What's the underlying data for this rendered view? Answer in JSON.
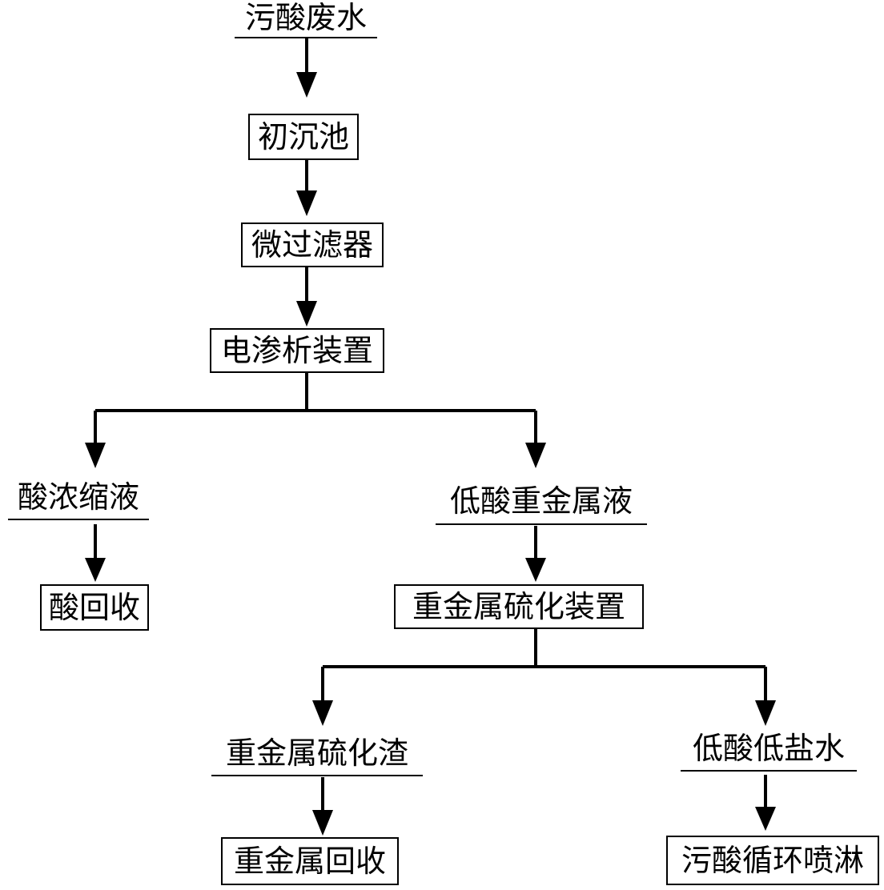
{
  "nodes": {
    "wastewater": "污酸废水",
    "primary_tank": "初沉池",
    "microfilter": "微过滤器",
    "electrodialysis": "电渗析装置",
    "acid_concentrate": "酸浓缩液",
    "acid_recovery": "酸回收",
    "low_acid_heavy_metal": "低酸重金属液",
    "sulfidation_device": "重金属硫化装置",
    "sulfide_residue": "重金属硫化渣",
    "low_acid_low_salt": "低酸低盐水",
    "heavy_metal_recovery": "重金属回收",
    "spray_recycle": "污酸循环喷淋"
  },
  "colors": {
    "line": "#000000",
    "background": "#ffffff"
  }
}
